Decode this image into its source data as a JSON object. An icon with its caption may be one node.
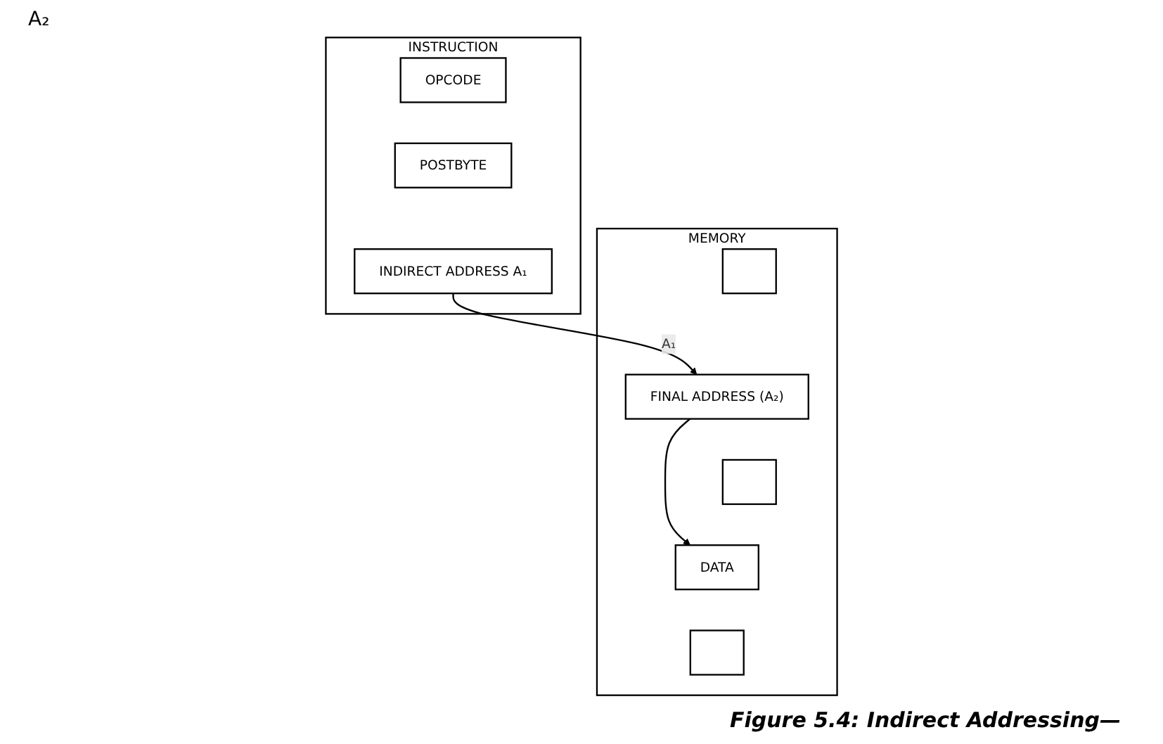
{
  "diagram": {
    "caption": "Figure 5.4: Indirect Addressing—",
    "nodes": [
      {
        "text": [
          "INSTRUCTION"
        ]
      },
      {
        "text": [
          "OPCODE"
        ],
        "in": 0
      },
      {
        "text": [
          "POSTBYTE"
        ],
        "in": 0
      },
      {
        "text": [
          "INDIRECT ADDRESS A₁"
        ],
        "in": 0
      },
      {
        "text": [
          "MEMORY"
        ]
      },
      {
        "text": [],
        "shape": "box",
        "in": 4
      },
      {
        "text": [
          "FINAL ADDRESS (A₂)"
        ],
        "in": 4
      },
      {
        "text": [],
        "shape": "box",
        "in": 4
      },
      {
        "text": [
          "DATA"
        ],
        "in": 4
      },
      {
        "text": [],
        "shape": "box",
        "in": 4
      }
    ],
    "edges": [
      {
        "from": 3,
        "to": 6,
        "arrow": "to",
        "label": "A₁"
      },
      {
        "from": 6,
        "to": 8,
        "arrow": "to"
      }
    ],
    "labels": [
      "A₂"
    ]
  }
}
